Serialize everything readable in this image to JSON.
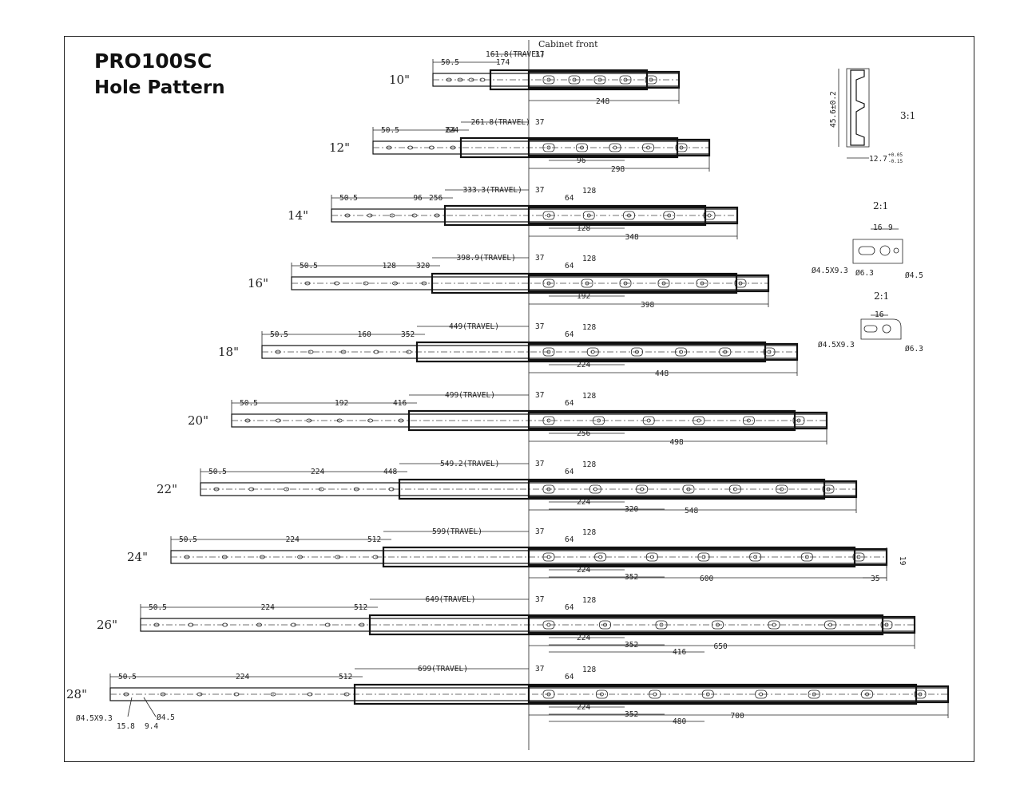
{
  "title": {
    "line1": "PRO100SC",
    "line2": "Hole Pattern"
  },
  "cabinet_front_label": "Cabinet front",
  "slides": [
    {
      "size": "10\"",
      "travel": "161.8(TRAVEL)",
      "front_offset": "50.5",
      "spacing": "174",
      "setback": "37",
      "length_dim": "248",
      "inner_dims": [],
      "upper_dims": []
    },
    {
      "size": "12\"",
      "travel": "261.8(TRAVEL)",
      "front_offset": "50.5",
      "spacing": "64",
      "spacing2": "224",
      "setback": "37",
      "length_dim": "298",
      "inner_dims": [
        "96"
      ],
      "upper_dims": []
    },
    {
      "size": "14\"",
      "travel": "333.3(TRAVEL)",
      "front_offset": "50.5",
      "spacing": "96",
      "spacing2": "256",
      "setback": "37",
      "length_dim": "348",
      "inner_dims": [
        "128"
      ],
      "upper_dims": [
        "64",
        "128"
      ]
    },
    {
      "size": "16\"",
      "travel": "398.9(TRAVEL)",
      "front_offset": "50.5",
      "spacing": "128",
      "spacing2": "320",
      "setback": "37",
      "length_dim": "398",
      "inner_dims": [
        "192"
      ],
      "upper_dims": [
        "64",
        "128"
      ]
    },
    {
      "size": "18\"",
      "travel": "449(TRAVEL)",
      "front_offset": "50.5",
      "spacing": "160",
      "spacing2": "352",
      "setback": "37",
      "length_dim": "448",
      "inner_dims": [
        "224"
      ],
      "upper_dims": [
        "64",
        "128"
      ]
    },
    {
      "size": "20\"",
      "travel": "499(TRAVEL)",
      "front_offset": "50.5",
      "spacing": "192",
      "spacing2": "416",
      "setback": "37",
      "length_dim": "498",
      "inner_dims": [
        "256"
      ],
      "upper_dims": [
        "64",
        "128"
      ]
    },
    {
      "size": "22\"",
      "travel": "549.2(TRAVEL)",
      "front_offset": "50.5",
      "spacing": "224",
      "spacing2": "448",
      "setback": "37",
      "length_dim": "548",
      "inner_dims": [
        "224",
        "320"
      ],
      "upper_dims": [
        "64",
        "128"
      ]
    },
    {
      "size": "24\"",
      "travel": "599(TRAVEL)",
      "front_offset": "50.5",
      "spacing": "224",
      "spacing2": "512",
      "setback": "37",
      "length_dim": "600",
      "inner_dims": [
        "224",
        "352"
      ],
      "upper_dims": [
        "64",
        "128"
      ]
    },
    {
      "size": "26\"",
      "travel": "649(TRAVEL)",
      "front_offset": "50.5",
      "spacing": "224",
      "spacing2": "512",
      "setback": "37",
      "length_dim": "650",
      "inner_dims": [
        "224",
        "352",
        "416"
      ],
      "upper_dims": [
        "64",
        "128"
      ]
    },
    {
      "size": "28\"",
      "travel": "699(TRAVEL)",
      "front_offset": "50.5",
      "spacing": "224",
      "spacing2": "512",
      "setback": "37",
      "length_dim": "700",
      "inner_dims": [
        "224",
        "352",
        "480"
      ],
      "upper_dims": [
        "64",
        "128"
      ]
    }
  ],
  "side_dims": {
    "d19": "19",
    "d35": "35"
  },
  "bottom_hole_labels": {
    "slot": "Ø4.5X9.3",
    "hole": "Ø4.5",
    "d1": "15.8",
    "d2": "9.4"
  },
  "section_view": {
    "scale": "3:1",
    "height": "45.6±0.2",
    "width": "12.7",
    "tol_upper": "+0.05",
    "tol_lower": "-0.15"
  },
  "detail_a": {
    "scale": "2:1",
    "d16": "16",
    "d9": "9",
    "slot": "Ø4.5X9.3",
    "hole1": "Ø6.3",
    "hole2": "Ø4.5"
  },
  "detail_b": {
    "scale": "2:1",
    "d16": "16",
    "slot": "Ø4.5X9.3",
    "hole": "Ø6.3"
  }
}
